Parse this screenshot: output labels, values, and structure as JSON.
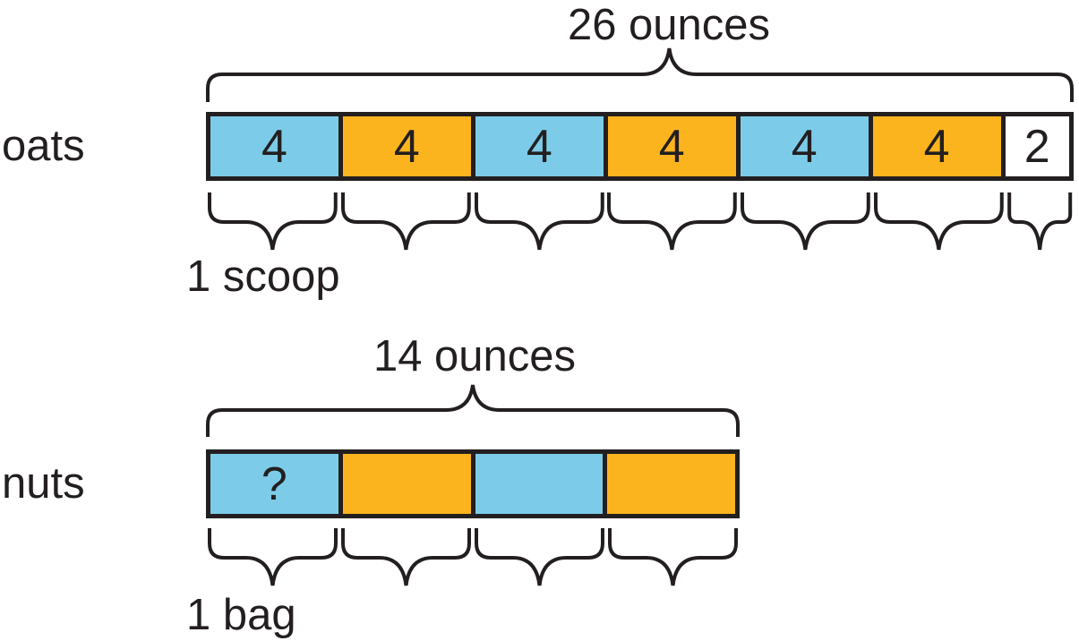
{
  "colors": {
    "blue": "#7CCCE9",
    "orange": "#FCB41E",
    "white": "#FFFFFF",
    "ink": "#231F20",
    "background": "#FFFFFF"
  },
  "oats": {
    "row_label": "oats",
    "total_label": "26 ounces",
    "unit_label": "1 scoop",
    "segments": [
      {
        "value": "4",
        "fill": "blue",
        "flex": 4
      },
      {
        "value": "4",
        "fill": "orange",
        "flex": 4
      },
      {
        "value": "4",
        "fill": "blue",
        "flex": 4
      },
      {
        "value": "4",
        "fill": "orange",
        "flex": 4
      },
      {
        "value": "4",
        "fill": "blue",
        "flex": 4
      },
      {
        "value": "4",
        "fill": "orange",
        "flex": 4
      },
      {
        "value": "2",
        "fill": "white",
        "flex": 2
      }
    ]
  },
  "nuts": {
    "row_label": "nuts",
    "total_label": "14 ounces",
    "unit_label": "1 bag",
    "segments": [
      {
        "value": "?",
        "fill": "blue",
        "flex": 1
      },
      {
        "value": "",
        "fill": "orange",
        "flex": 1
      },
      {
        "value": "",
        "fill": "blue",
        "flex": 1
      },
      {
        "value": "",
        "fill": "orange",
        "flex": 1
      }
    ]
  }
}
